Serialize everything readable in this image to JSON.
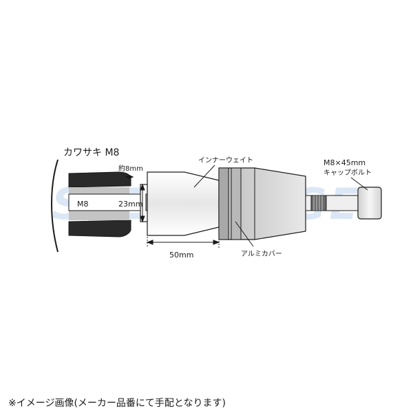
{
  "watermark": "SPEEDEDGE",
  "labels": {
    "brand_thread": "カワサキ M8",
    "approx_depth": "約8mm",
    "thread_m8": "M8",
    "thread_depth": "23mm",
    "weight_length": "50mm",
    "inner_weight": "インナーウェイト",
    "aluminum_cover": "アルミカバー",
    "bolt_spec": "M8×45mm",
    "cap_bolt": "キャップボルト"
  },
  "caption": "※イメージ画像(メーカー品番にて手配となります)"
}
